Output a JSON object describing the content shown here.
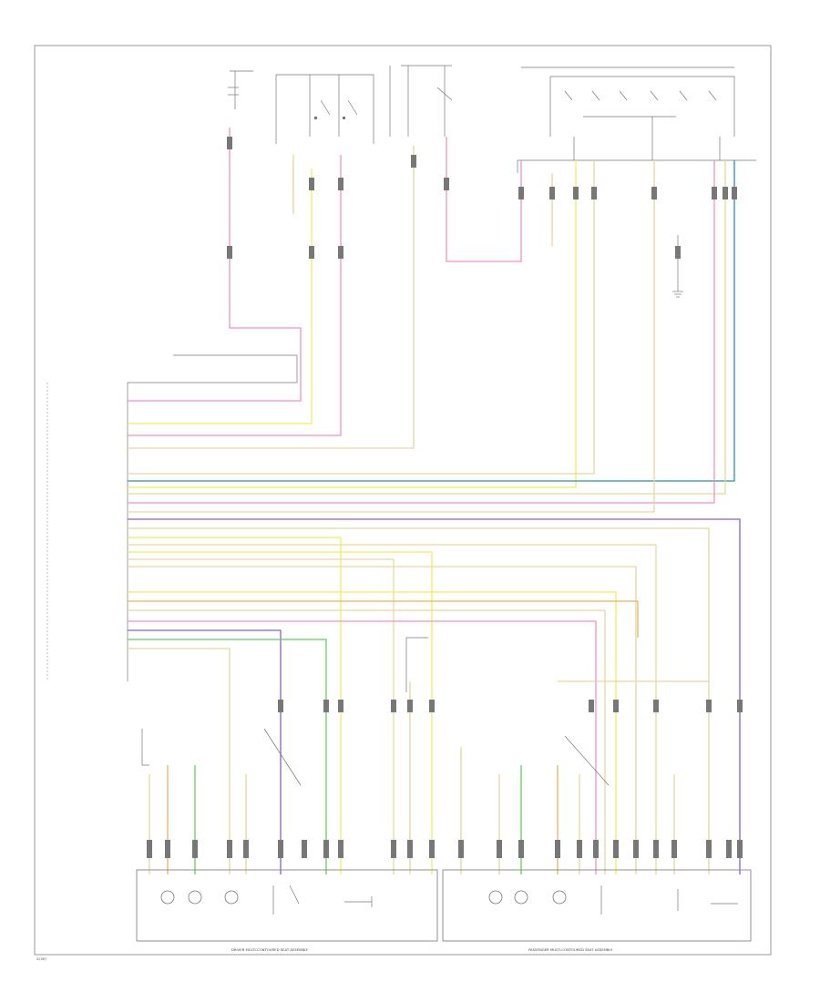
{
  "diagram": {
    "footer_left": "S2067",
    "bottom_left_caption": "DRIVER MULTI-CONTOURED SEAT ASSEMBLY",
    "bottom_right_caption": "PASSENGER MULTI-CONTOURED SEAT ASSEMBLY"
  },
  "colors": {
    "pink": "#f48fc4",
    "yellow": "#f2ee5a",
    "tan": "#e6d89a",
    "blue": "#4a7fd6",
    "teal": "#2e8fa8",
    "orange": "#f0b15a",
    "violet": "#8e5fc8",
    "green": "#5ed15e",
    "red": "#e84a4a",
    "gray": "#8a8a8a",
    "brown": "#b98a5a",
    "olive": "#c8c46a",
    "frame": "#9a9a9a"
  }
}
